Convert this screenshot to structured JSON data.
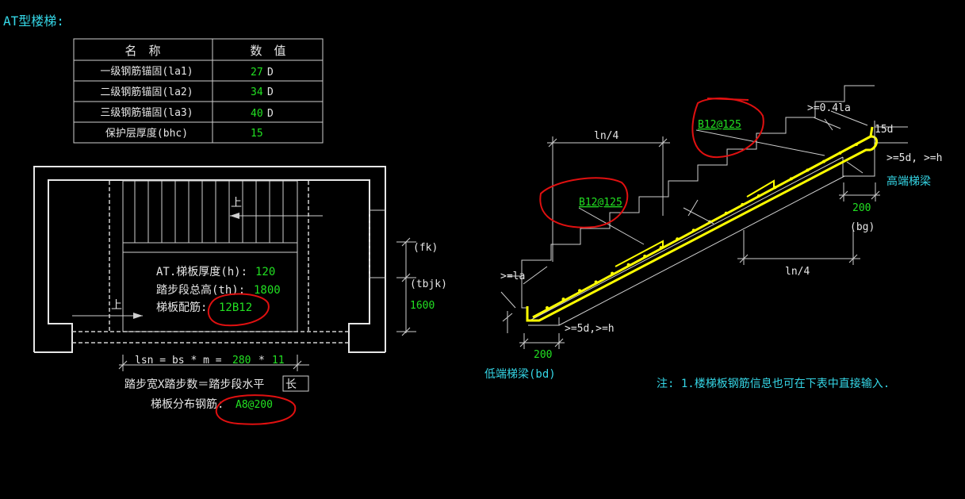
{
  "title": "AT型楼梯:",
  "table": {
    "headers": [
      "名　称",
      "数　值"
    ],
    "rows": [
      {
        "name": "一级钢筋锚固(la1)",
        "value": "27",
        "unit": "D"
      },
      {
        "name": "二级钢筋锚固(la2)",
        "value": "34",
        "unit": "D"
      },
      {
        "name": "三级钢筋锚固(la3)",
        "value": "40",
        "unit": "D"
      },
      {
        "name": "保护层厚度(bhc)",
        "value": "15",
        "unit": ""
      }
    ]
  },
  "plan": {
    "up_label": "上",
    "thickness_label": "AT.梯板厚度(h):",
    "thickness_value": "120",
    "total_height_label": "踏步段总高(th):",
    "total_height_value": "1800",
    "rebar_label": "梯板配筋:",
    "rebar_value": "12B12",
    "fk_label": "(fk)",
    "tbjk_label": "(tbjk)",
    "tbjk_value": "1600",
    "lsn_prefix": "lsn = bs * m = ",
    "bs_value": "280",
    "times": "*",
    "m_value": "11",
    "lsn_caption": "踏步宽X踏步数＝踏步段水平",
    "lsn_caption_boxed": "长",
    "dist_label": "梯板分布钢筋:",
    "dist_value": "A8@200"
  },
  "section": {
    "ln4_left": "ln/4",
    "ln4_right": "ln/4",
    "rebar_top": "B12@125",
    "rebar_mid": "B12@125",
    "anchor_top": ">=0.4la",
    "hook_15d": "15d",
    "high_5d": ">=5d, >=h",
    "high_beam": "高端梯梁",
    "bg_value": "200",
    "bg_label": "(bg)",
    "la_label": ">=la",
    "low_5d": ">=5d,>=h",
    "bd_value": "200",
    "low_beam": "低端梯梁(bd)"
  },
  "note": "注: 1.楼梯板钢筋信息也可在下表中直接输入."
}
